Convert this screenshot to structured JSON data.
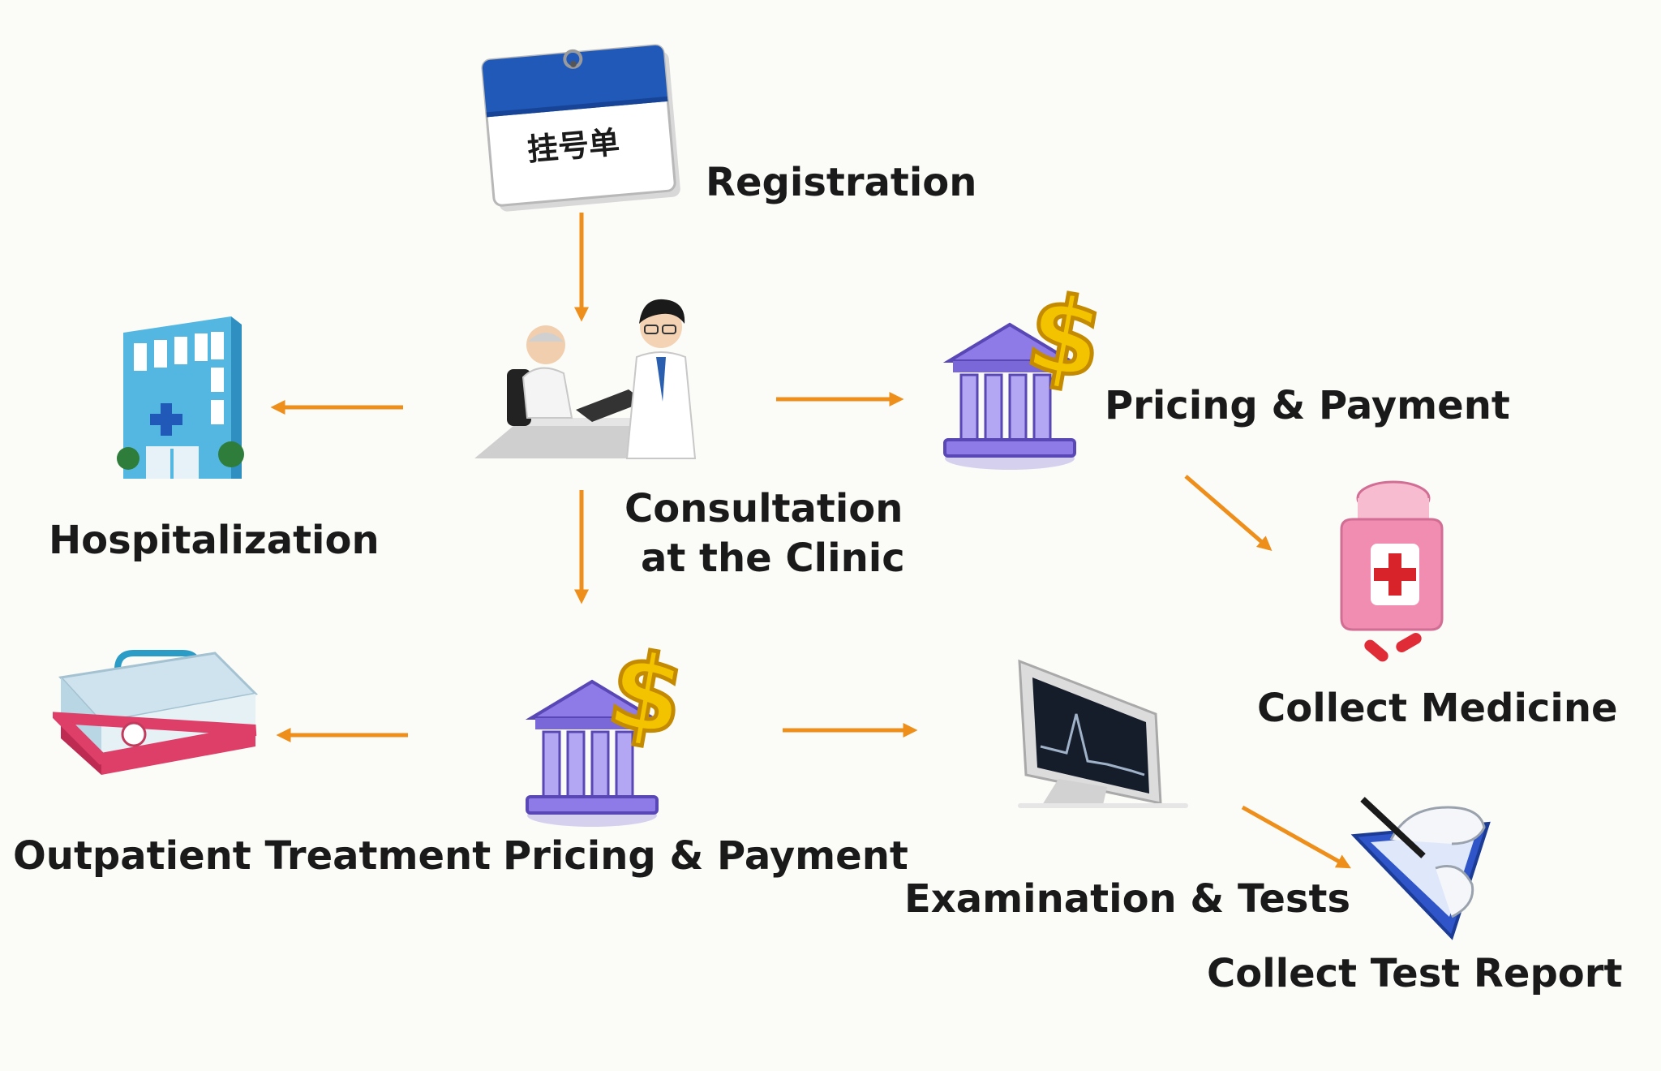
{
  "nodes": {
    "registration": {
      "label": "Registration",
      "card_text": "挂号单"
    },
    "consultation": {
      "label_line1": "Consultation",
      "label_line2": "at the Clinic"
    },
    "hospitalization": {
      "label": "Hospitalization"
    },
    "pricing_top": {
      "label": "Pricing & Payment",
      "symbol": "$"
    },
    "pricing_bottom": {
      "label": "Pricing & Payment",
      "symbol": "$"
    },
    "medicine": {
      "label": "Collect Medicine"
    },
    "outpatient": {
      "label": "Outpatient Treatment"
    },
    "examination": {
      "label": "Examination & Tests"
    },
    "report": {
      "label": "Collect Test Report"
    }
  },
  "colors": {
    "arrow": "#ee8f1b",
    "calendar_header": "#2159b8",
    "bank": "#8e7be8",
    "dollar": "#f3c300",
    "building": "#54b7e2",
    "bottle": "#f08db0",
    "toolbox_top": "#cfe3ee",
    "toolbox_bottom": "#de3f68",
    "label": "#1a1a1a"
  },
  "icons": [
    "calendar-icon",
    "doctors-icon",
    "hospital-icon",
    "bank-icon",
    "medicine-bottle-icon",
    "toolbox-icon",
    "monitor-icon",
    "report-icon"
  ]
}
